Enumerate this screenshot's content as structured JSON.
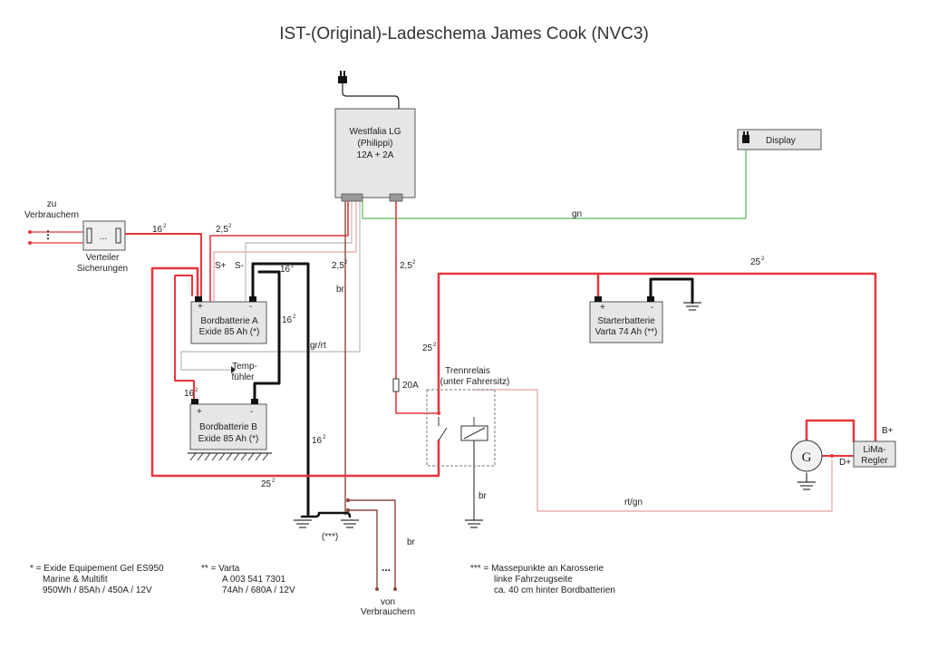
{
  "title": "IST-(Original)-Ladeschema James Cook (NVC3)",
  "components": {
    "charger": {
      "lines": [
        "Westfalia LG",
        "(Philippi)",
        "12A + 2A"
      ]
    },
    "display": "Display",
    "battery_a": {
      "lines": [
        "Bordbatterie  A",
        "Exide 85 Ah (*)"
      ]
    },
    "battery_b": {
      "lines": [
        "Bordbatterie  B",
        "Exide 85 Ah (*)"
      ]
    },
    "starter": {
      "lines": [
        "Starterbatterie",
        "Varta 74 Ah (**)"
      ]
    },
    "fuses": {
      "lines": [
        "Verteiler",
        "Sicherungen"
      ]
    },
    "consumers_in": {
      "lines": [
        "zu",
        "Verbrauchern"
      ]
    },
    "consumers_out": {
      "lines": [
        "von",
        "Verbrauchern"
      ]
    },
    "relay": {
      "lines": [
        "Trennrelais",
        "(unter Fahrersitz)"
      ]
    },
    "sensor": {
      "lines": [
        "Temp-",
        "fühler"
      ]
    },
    "generator": "G",
    "regulator": {
      "lines": [
        "LiMa-",
        "Regler"
      ]
    },
    "fuse_20a": "20A",
    "ground_points": "(***)"
  },
  "wires": {
    "gn": "gn",
    "br1": "br",
    "br2": "br",
    "br3": "br",
    "grrt": "gr/rt",
    "rtgn": "rt/gn",
    "s_plus": "S+",
    "s_minus": "S-",
    "b_plus": "B+",
    "d_plus": "D+",
    "plus": "+",
    "minus": "-",
    "ellipsis": "..."
  },
  "sizes": {
    "cs16": "16",
    "cs25": "2,5",
    "cs25big": "25",
    "sup": "2"
  },
  "footnotes": {
    "star1": [
      "* = Exide  Equipement Gel ES950",
      "Marine & Multifit",
      "950Wh / 85Ah / 450A / 12V"
    ],
    "star2": [
      "** =  Varta",
      "A 003 541 7301",
      "74Ah / 680A / 12V"
    ],
    "star3": [
      "*** =  Massepunkte an Karosserie",
      "linke Fahrzeugseite",
      "ca. 40 cm hinter Bordbatterien"
    ]
  },
  "colors": {
    "red": "#e8353b",
    "pink": "#e8a0a0",
    "green": "#5cb85c",
    "brown": "#8b4a3c",
    "black": "#111111"
  }
}
